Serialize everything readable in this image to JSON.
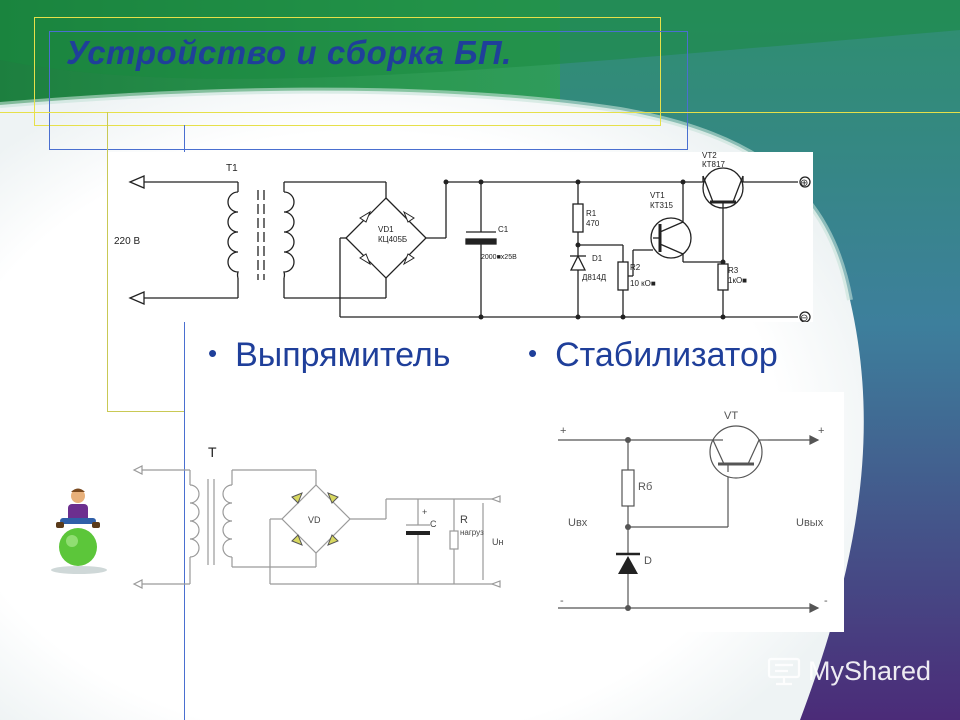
{
  "slide": {
    "title": "Устройство и сборка БП.",
    "bullets": [
      "Выпрямитель",
      "Стабилизатор"
    ],
    "watermark": "MyShared"
  },
  "circuit_top": {
    "input_voltage": "220 В",
    "transformer": "T1",
    "bridge": [
      "VD1",
      "КЦ405Б"
    ],
    "capacitor": [
      "C1",
      "2000■х25В"
    ],
    "r1": [
      "R1",
      "470"
    ],
    "zener": [
      "D1",
      "Д814Д"
    ],
    "r2": [
      "R2",
      "10 кО■"
    ],
    "vt1": [
      "VT1",
      "КТ315"
    ],
    "vt2": [
      "VT2",
      "КТ817"
    ],
    "r3": [
      "R3",
      "1кО■"
    ],
    "plus": "⊕",
    "minus": "⊖"
  },
  "circuit_rect": {
    "transformer": "T",
    "diodes": "VD",
    "capacitor": "C",
    "cap_plus": "+",
    "load": "R",
    "load_note": "нагруз",
    "voltage": "Uн"
  },
  "circuit_stab": {
    "in_plus": "+",
    "out_plus": "+",
    "in_minus": "-",
    "out_minus": "-",
    "transistor": "VT",
    "resistor": "Rб",
    "diode": "D",
    "u_in": "Uвх",
    "u_out": "Uвых"
  },
  "colors": {
    "title": "#1f3f9a",
    "bullet_text": "#1f3f9a",
    "green_dark": "#1c7a3a",
    "teal": "#3d9b8c",
    "purple": "#4b2b78"
  }
}
